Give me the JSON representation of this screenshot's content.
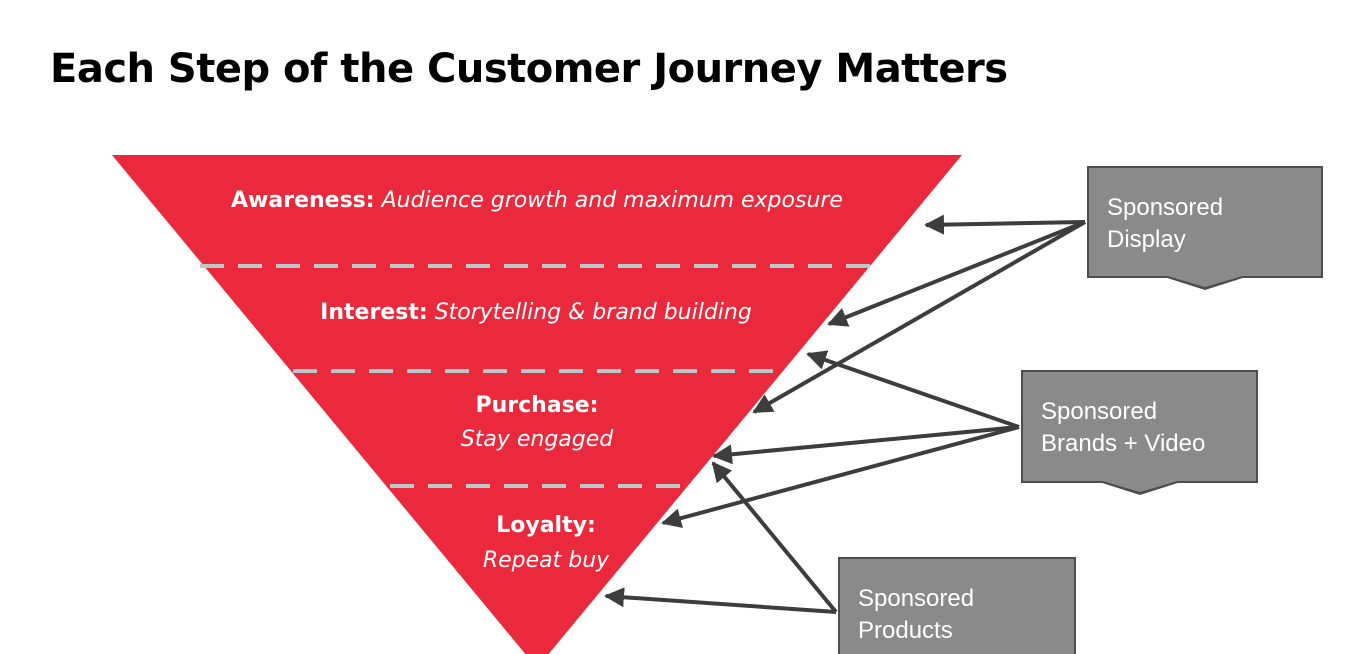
{
  "title": "Each Step of the Customer Journey Matters",
  "colors": {
    "funnel": "#ea2a3c",
    "divider": "#b9c9c7",
    "callout_fill": "#8a8a8a",
    "callout_border": "#4d4d4d",
    "arrow": "#3d3d3d"
  },
  "stages": [
    {
      "key": "Awareness:",
      "desc": "Audience growth and maximum exposure"
    },
    {
      "key": "Interest:",
      "desc": "Storytelling & brand building"
    },
    {
      "key": "Purchase:",
      "desc": "Stay engaged"
    },
    {
      "key": "Loyalty:",
      "desc": "Repeat buy"
    }
  ],
  "callouts": [
    {
      "lines": [
        "Sponsored",
        "Display"
      ]
    },
    {
      "lines": [
        "Sponsored",
        "Brands + Video"
      ]
    },
    {
      "lines": [
        "Sponsored",
        "Products"
      ]
    }
  ]
}
